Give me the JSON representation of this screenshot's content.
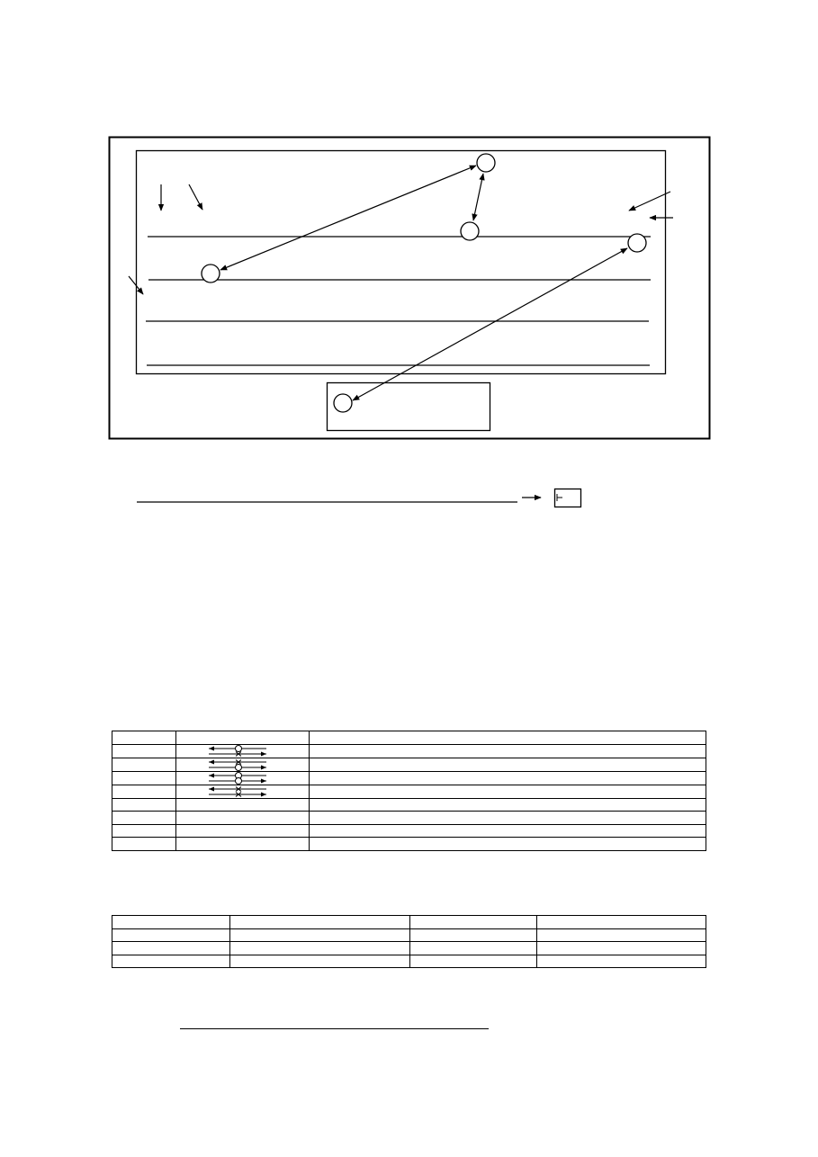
{
  "diagram": {
    "circles": [
      "node-a",
      "node-b",
      "node-c",
      "node-d",
      "node-e"
    ],
    "lines": 4
  },
  "answer_row": {
    "box_text": ""
  },
  "table_1": {
    "rows": 9,
    "cols": 3,
    "symbol_rows": [
      [
        "circle",
        "cross"
      ],
      [
        "cross",
        "circle"
      ],
      [
        "circle",
        "circle"
      ],
      [
        "cross",
        "cross"
      ]
    ]
  },
  "table_2": {
    "rows": 4,
    "cols": 4
  }
}
